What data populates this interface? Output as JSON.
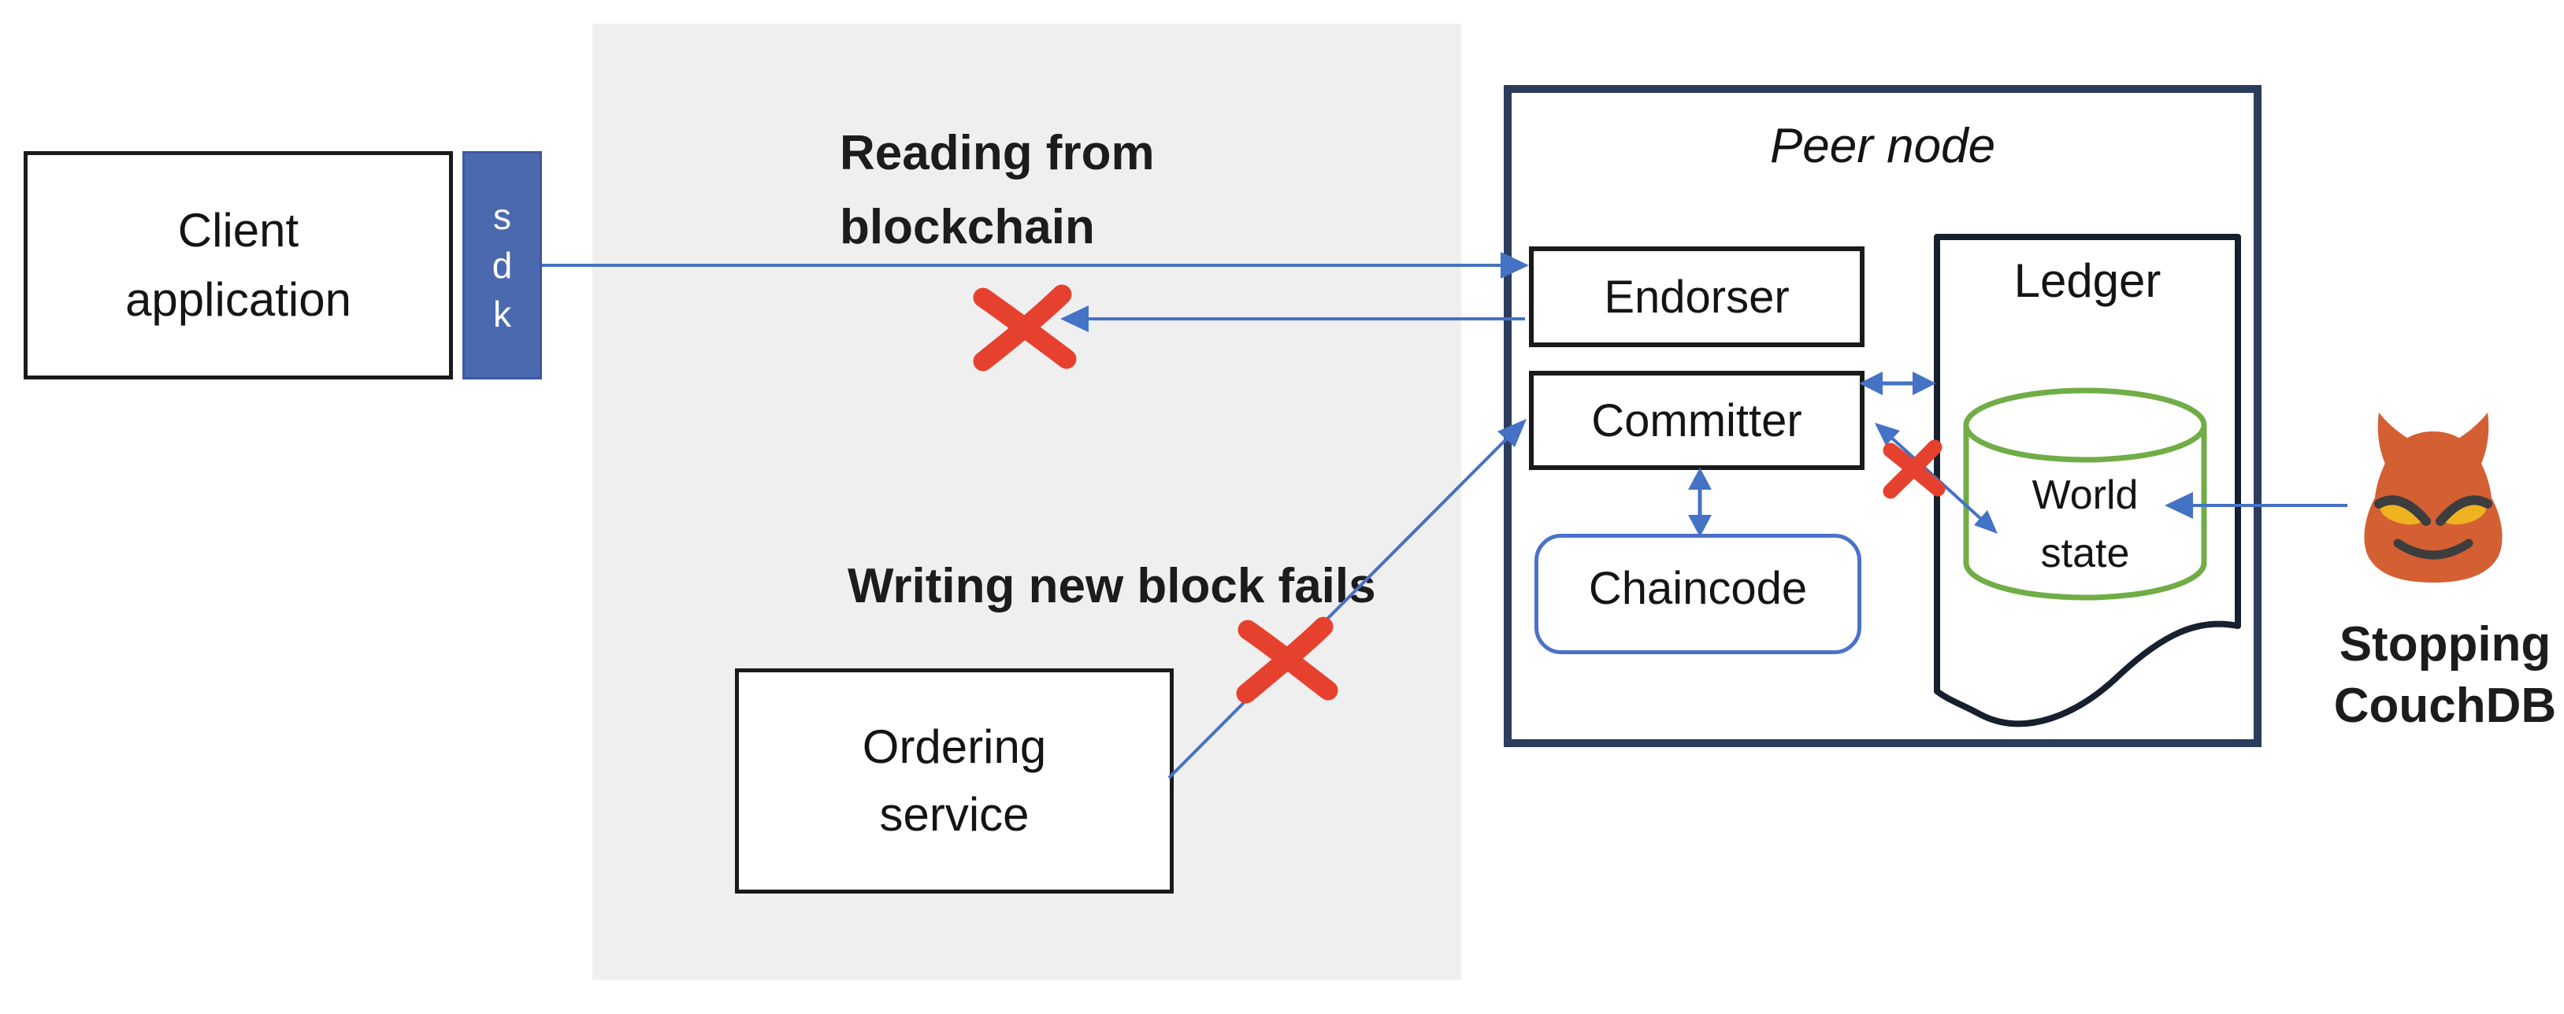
{
  "diagram": {
    "description": "Hyperledger Fabric peer failure diagram"
  },
  "client": {
    "label": "Client\napplication",
    "sdk_label": "s\nd\nk"
  },
  "annotations": {
    "reading": "Reading from\nblockchain",
    "writing": "Writing new block fails",
    "stopping": "Stopping\nCouchDB"
  },
  "peer": {
    "title": "Peer node",
    "endorser": "Endorser",
    "committer": "Committer",
    "chaincode": "Chaincode",
    "ledger": "Ledger",
    "world_state": "World\nstate"
  },
  "ordering": {
    "label": "Ordering\nservice"
  },
  "icons": {
    "attacker": "devil-smiling-face-with-horns-icon",
    "failure": "red-x-mark-icon"
  },
  "colors": {
    "arrow_blue": "#4472c4",
    "fail_red": "#e6412f",
    "peer_border_navy": "#2b3c5c",
    "ledger_border_dark": "#16202e",
    "chaincode_blue": "#4a72c8",
    "worldstate_green": "#70ad47",
    "sdk_fill_blue": "#4a69af",
    "panel_gray": "#efefef",
    "devil_orange": "#d45f33",
    "devil_eye_yellow": "#efb220"
  }
}
